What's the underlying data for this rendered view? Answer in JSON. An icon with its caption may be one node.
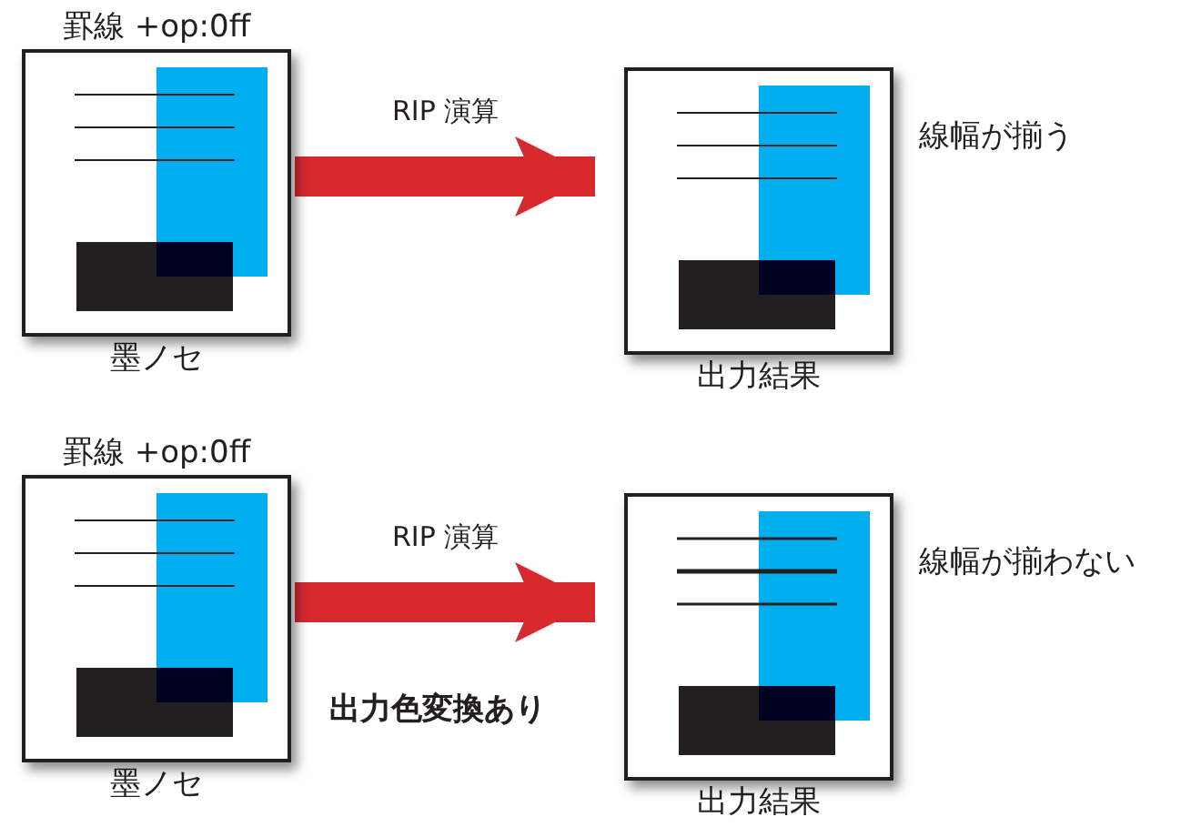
{
  "diagram": {
    "nodes": [
      {
        "text": [
          "罫線 +op:0ff",
          "墨ノセ"
        ]
      },
      {
        "text": [
          "出力結果"
        ],
        "beside": [
          "線幅が揃う"
        ]
      },
      {
        "text": [
          "罫線 +op:0ff",
          "墨ノセ"
        ]
      },
      {
        "text": [
          "出力結果"
        ],
        "beside": [
          "線幅が揃わない"
        ]
      }
    ],
    "edges": [
      {
        "from": 0,
        "to": 1,
        "arrow": "to",
        "label": "RIP 演算"
      },
      {
        "from": 2,
        "to": 3,
        "arrow": "to",
        "label": "RIP 演算"
      }
    ],
    "labels": [
      "出力色変換あり"
    ]
  }
}
